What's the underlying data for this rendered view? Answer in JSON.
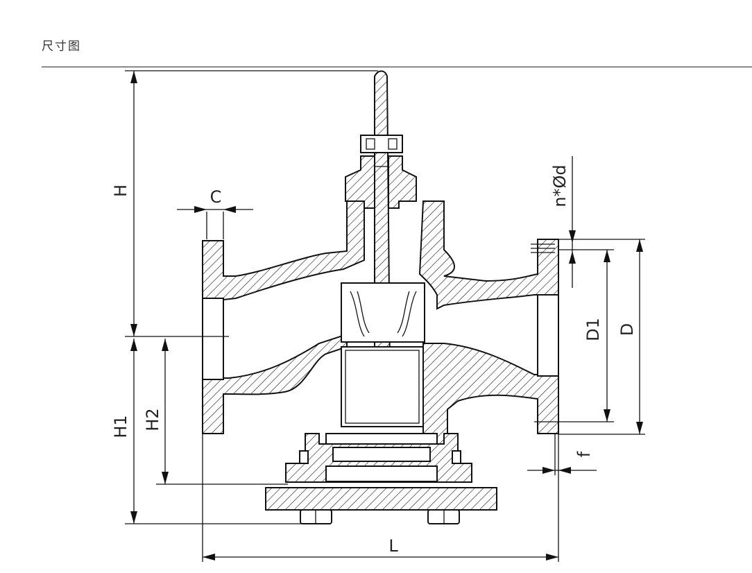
{
  "header": {
    "title": "尺寸图"
  },
  "dimensions": {
    "H": "H",
    "H1": "H1",
    "H2": "H2",
    "C": "C",
    "L": "L",
    "D": "D",
    "D1": "D1",
    "f": "f",
    "bolt_holes": "n*Ød"
  }
}
